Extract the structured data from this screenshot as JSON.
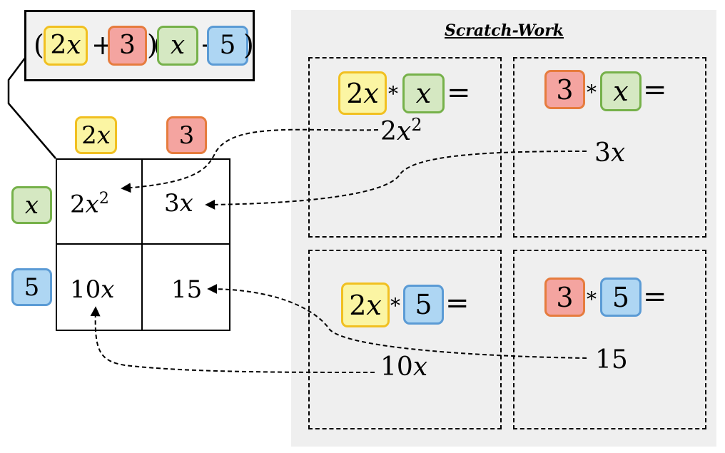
{
  "scratch_title": "Scratch-Work",
  "expression": {
    "open_paren": "(",
    "term_a_coef": "2",
    "term_a_var": "x",
    "plus_1": "+",
    "term_b": "3",
    "mid_parens": ")(",
    "term_c_var": "x",
    "plus_2": "+",
    "term_d": "5",
    "close_paren": ")"
  },
  "grid": {
    "col_headers": [
      {
        "coef": "2",
        "var": "x"
      },
      {
        "coef": "3",
        "var": ""
      }
    ],
    "row_headers": [
      {
        "coef": "",
        "var": "x"
      },
      {
        "coef": "5",
        "var": ""
      }
    ],
    "cells": {
      "r1c1": {
        "coef": "2",
        "var": "x",
        "exp": "2"
      },
      "r1c2": {
        "coef": "3",
        "var": "x"
      },
      "r2c1": {
        "coef": "10",
        "var": "x"
      },
      "r2c2": {
        "coef": "15",
        "var": ""
      }
    }
  },
  "scratch": {
    "q1": {
      "left_coef": "2",
      "left_var": "x",
      "op": "*",
      "right_var": "x",
      "eq": "=",
      "result_coef": "2",
      "result_var": "x",
      "result_exp": "2"
    },
    "q2": {
      "left": "3",
      "op": "*",
      "right_var": "x",
      "eq": "=",
      "result_coef": "3",
      "result_var": "x"
    },
    "q3": {
      "left_coef": "2",
      "left_var": "x",
      "op": "*",
      "right": "5",
      "eq": "=",
      "result_coef": "10",
      "result_var": "x"
    },
    "q4": {
      "left": "3",
      "op": "*",
      "right": "5",
      "eq": "=",
      "result": "15"
    }
  },
  "colors": {
    "yellow_fill": "#fbf5a3",
    "yellow_border": "#f1c021",
    "red_fill": "#f4a4a0",
    "red_border": "#e67c3e",
    "green_fill": "#d5e8c2",
    "green_border": "#76b14a",
    "blue_fill": "#aed6f3",
    "blue_border": "#5b9bd5",
    "panel_bg": "#efefef"
  }
}
